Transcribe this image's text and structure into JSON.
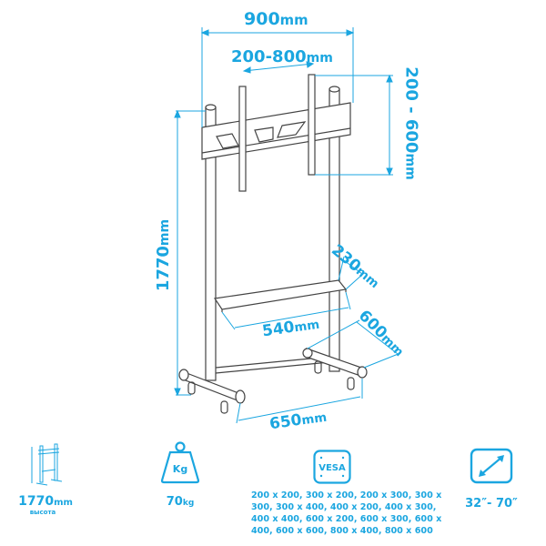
{
  "accent_color": "#1ba6e0",
  "diagram": {
    "subject": "mobile TV stand",
    "dimensions": {
      "total_width": {
        "value": "900",
        "unit": "mm"
      },
      "vesa_horizontal": {
        "value": "200-800",
        "unit": "mm"
      },
      "vesa_vertical": {
        "value": "200 - 600",
        "unit": "mm"
      },
      "height": {
        "value": "1770",
        "unit": "mm"
      },
      "shelf_depth": {
        "value": "230",
        "unit": "mm"
      },
      "shelf_width": {
        "value": "540",
        "unit": "mm"
      },
      "base_depth": {
        "value": "600",
        "unit": "mm"
      },
      "base_width": {
        "value": "650",
        "unit": "mm"
      }
    }
  },
  "features": {
    "height": {
      "icon": "stand-icon",
      "value": "1770",
      "unit": "mm",
      "caption": "высота"
    },
    "weight": {
      "icon": "weight-icon",
      "icon_label": "Kg",
      "value": "70",
      "unit": "kg"
    },
    "vesa": {
      "icon": "vesa-icon",
      "icon_label": "VESA",
      "patterns": "200 x 200, 300 x 200, 200 x 300, 300 x 300, 300 x 400, 400 x 200, 400 x 300, 400 x 400, 600 x 200, 600 x 300, 600 x 400, 600 x 600, 800 x 400, 800 x 600"
    },
    "screen_size": {
      "icon": "diagonal-icon",
      "value": "32″- 70″"
    }
  }
}
